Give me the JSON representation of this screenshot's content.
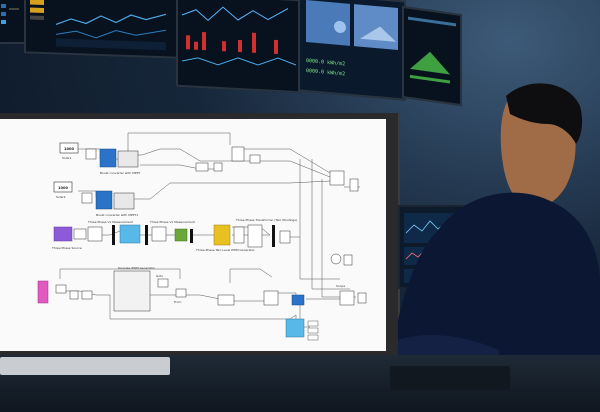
{
  "wall_display": {
    "panel3": {
      "values": [
        {
          "value": "0000.0",
          "unit": "kWh/m2"
        },
        {
          "value": "0000.0",
          "unit": "kWh/m2"
        }
      ]
    }
  },
  "diagram": {
    "blocks": [
      {
        "id": "solar1",
        "label": "Solar1"
      },
      {
        "id": "solar2",
        "label": "Solar2"
      },
      {
        "id": "boost1",
        "label": "Boost converter with MPPT"
      },
      {
        "id": "boost2",
        "label": "Boost converter with MPPT1"
      },
      {
        "id": "source",
        "label": "Three Phase Source"
      },
      {
        "id": "meas1",
        "label": "Three Phase V-I Measurement"
      },
      {
        "id": "meas2",
        "label": "Three Phase V-I Measurement"
      },
      {
        "id": "pwm",
        "label": "Three-Phase Two-Level PWM Generator"
      },
      {
        "id": "vic",
        "label": "Three Phase Transformer (Two Windings)"
      },
      {
        "id": "scope",
        "label": "Scope"
      }
    ],
    "bottom_labels": [
      "Discrete PWM Generator",
      "Goto",
      "From"
    ]
  }
}
